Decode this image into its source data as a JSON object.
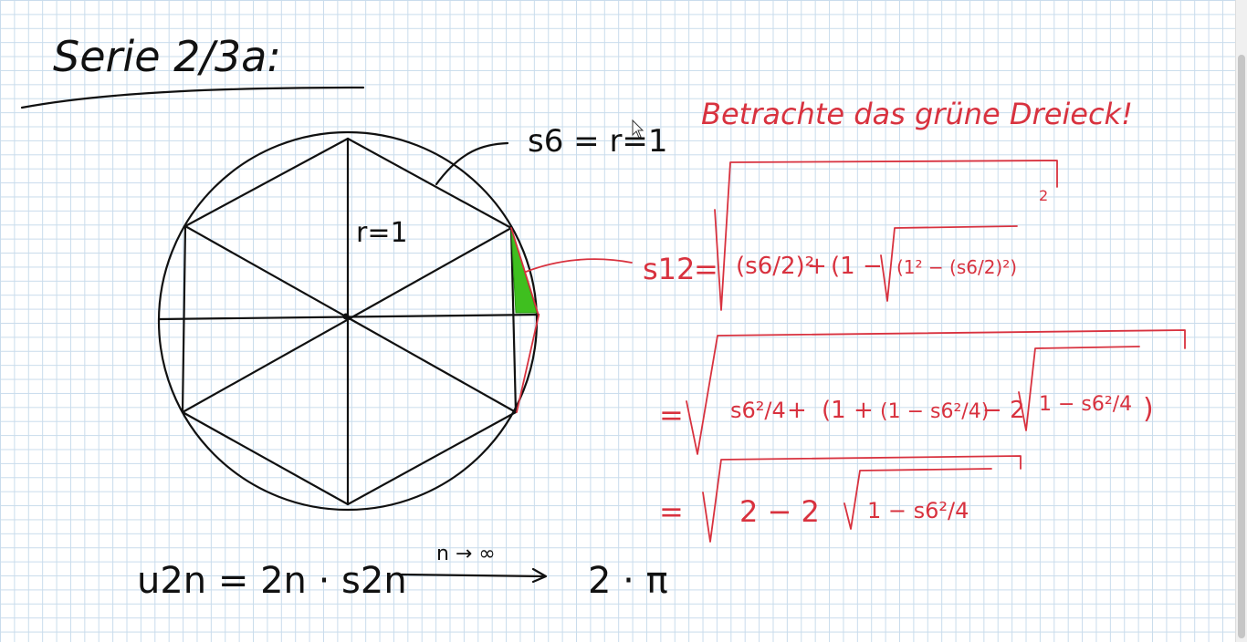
{
  "title": "Serie 2/3a:",
  "geometry_labels": {
    "radius": "r=1",
    "side_six": "s6 = r=1"
  },
  "red_notes": {
    "heading": "Betrachte das grüne Dreieck!",
    "s12_lhs": "s12",
    "eq": "=",
    "s6_over_2": "(s6/2)²",
    "plus": "+",
    "one_minus": "(1 −",
    "one_sq_minus": "(1² − (s6/2)²)",
    "square": "2",
    "frac_s6sq_4": "s6²/4",
    "paren_open": "(1 +",
    "one_minus_frac": "(1 − s6²/4)",
    "minus_two": "− 2",
    "root_inner": "1 − s6²/4",
    "two": "2 − 2",
    "close_paren": ")"
  },
  "bottom_formula": {
    "lhs": "u2n = 2n · s2n",
    "limit": "n → ∞",
    "rhs": "2 · π"
  },
  "colors": {
    "ink_black": "#111111",
    "ink_red": "#d8323f",
    "triangle_green": "#3fbf1f",
    "grid": "#c9dcec"
  }
}
